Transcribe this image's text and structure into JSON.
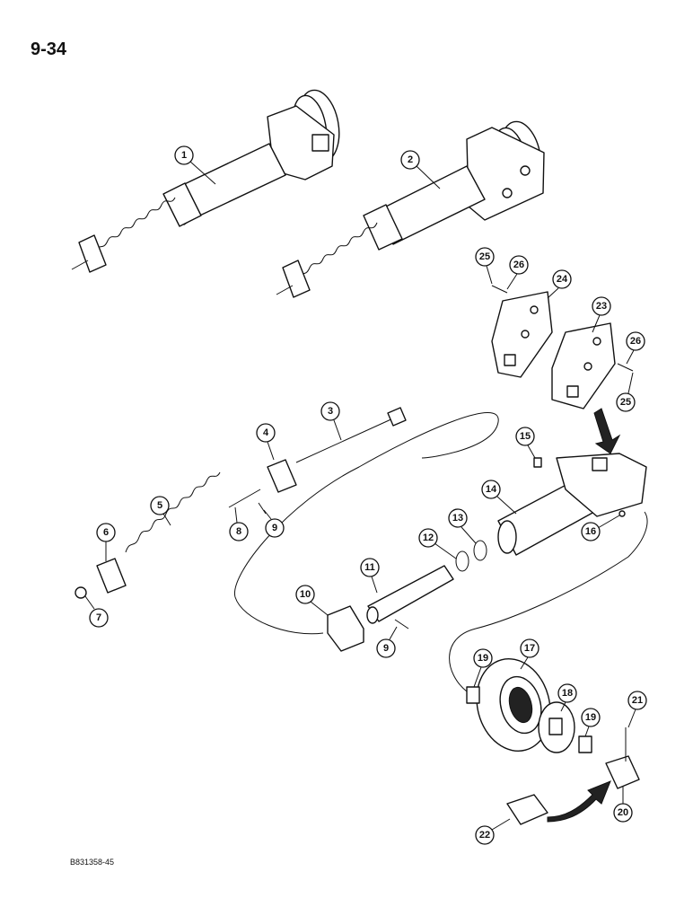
{
  "page_number": "9-34",
  "figure_id": "B831358-45",
  "callouts": [
    {
      "label": "1"
    },
    {
      "label": "2"
    },
    {
      "label": "3"
    },
    {
      "label": "4"
    },
    {
      "label": "5"
    },
    {
      "label": "6"
    },
    {
      "label": "7"
    },
    {
      "label": "8"
    },
    {
      "label": "9"
    },
    {
      "label": "9"
    },
    {
      "label": "10"
    },
    {
      "label": "11"
    },
    {
      "label": "12"
    },
    {
      "label": "13"
    },
    {
      "label": "14"
    },
    {
      "label": "15"
    },
    {
      "label": "16"
    },
    {
      "label": "17"
    },
    {
      "label": "18"
    },
    {
      "label": "19"
    },
    {
      "label": "19"
    },
    {
      "label": "20"
    },
    {
      "label": "21"
    },
    {
      "label": "22"
    },
    {
      "label": "23"
    },
    {
      "label": "24"
    },
    {
      "label": "25"
    },
    {
      "label": "25"
    },
    {
      "label": "26"
    },
    {
      "label": "26"
    }
  ]
}
